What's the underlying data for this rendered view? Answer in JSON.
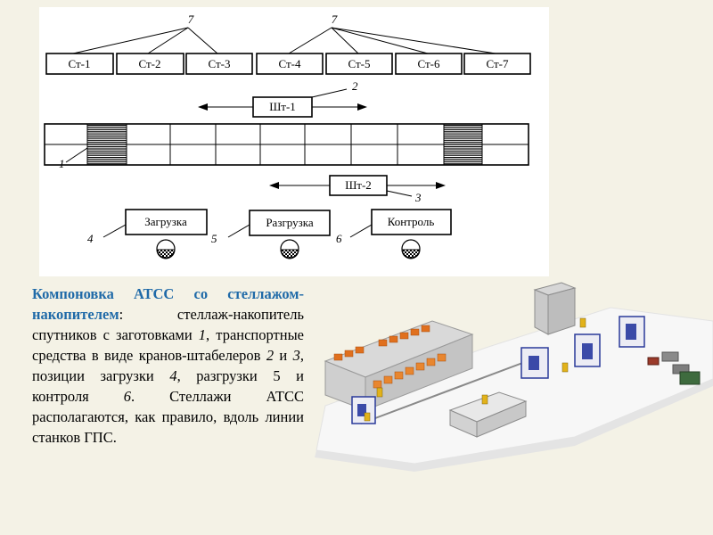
{
  "diagram": {
    "group_numbers": [
      "7",
      "7"
    ],
    "machines": [
      "Ст-1",
      "Ст-2",
      "Ст-3",
      "Ст-4",
      "Ст-5",
      "Ст-6",
      "Ст-7"
    ],
    "cranes": [
      {
        "label": "Шт-1",
        "number": "2"
      },
      {
        "label": "Шт-2",
        "number": "3"
      }
    ],
    "rack_number": "1",
    "stations": [
      {
        "label": "Загрузка",
        "number": "4"
      },
      {
        "label": "Разгрузка",
        "number": "5"
      },
      {
        "label": "Контроль",
        "number": "6"
      }
    ]
  },
  "description": {
    "title": "Компоновка АТСС со стеллажом-накопителем",
    "colon": ":",
    "text_1": " стеллаж-накопитель спутников с заготовками ",
    "n1": "1",
    "text_2": ", транспортные средства в виде кранов-штабелеров ",
    "n2": "2",
    "text_3": " и ",
    "n3": "3",
    "text_4": ", позиции загрузки ",
    "n4": "4",
    "text_5": ", разгрузки 5 и контроля ",
    "n6": "6",
    "text_6": ". Стеллажи АТСС располагаются, как правило, вдоль линии станков ГПС."
  },
  "colors": {
    "accent": "#1f6aa8",
    "background": "#f4f2e6",
    "rack_fill": "#ffffff"
  }
}
